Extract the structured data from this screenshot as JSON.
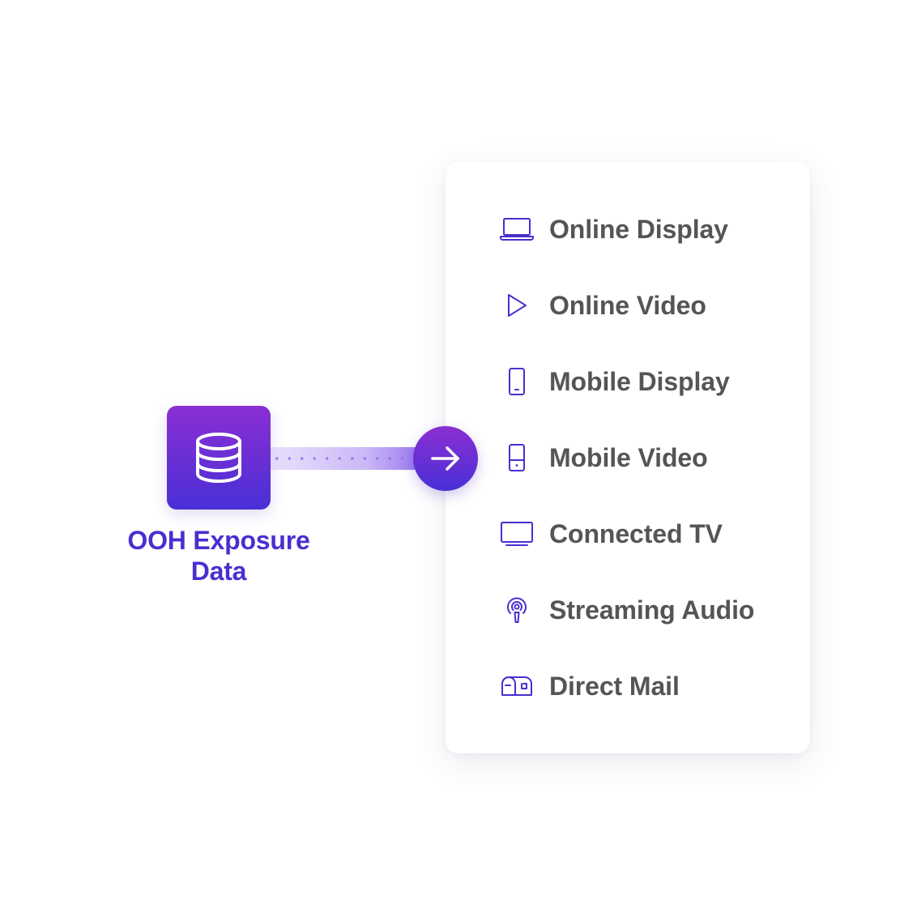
{
  "source": {
    "label_line1": "OOH Exposure",
    "label_line2": "Data",
    "icon": "database-icon"
  },
  "connector": {
    "icon": "arrow-right-icon"
  },
  "channels": [
    {
      "label": "Online Display",
      "icon": "laptop-icon"
    },
    {
      "label": "Online Video",
      "icon": "play-icon"
    },
    {
      "label": "Mobile Display",
      "icon": "phone-icon"
    },
    {
      "label": "Mobile Video",
      "icon": "phone-video-icon"
    },
    {
      "label": "Connected TV",
      "icon": "tv-icon"
    },
    {
      "label": "Streaming Audio",
      "icon": "podcast-icon"
    },
    {
      "label": "Direct Mail",
      "icon": "mailbox-icon"
    }
  ],
  "colors": {
    "accent": "#4b2ed1",
    "gradient_top": "#8a2fd3",
    "gradient_bottom": "#4a2fd6",
    "text": "#555558"
  }
}
